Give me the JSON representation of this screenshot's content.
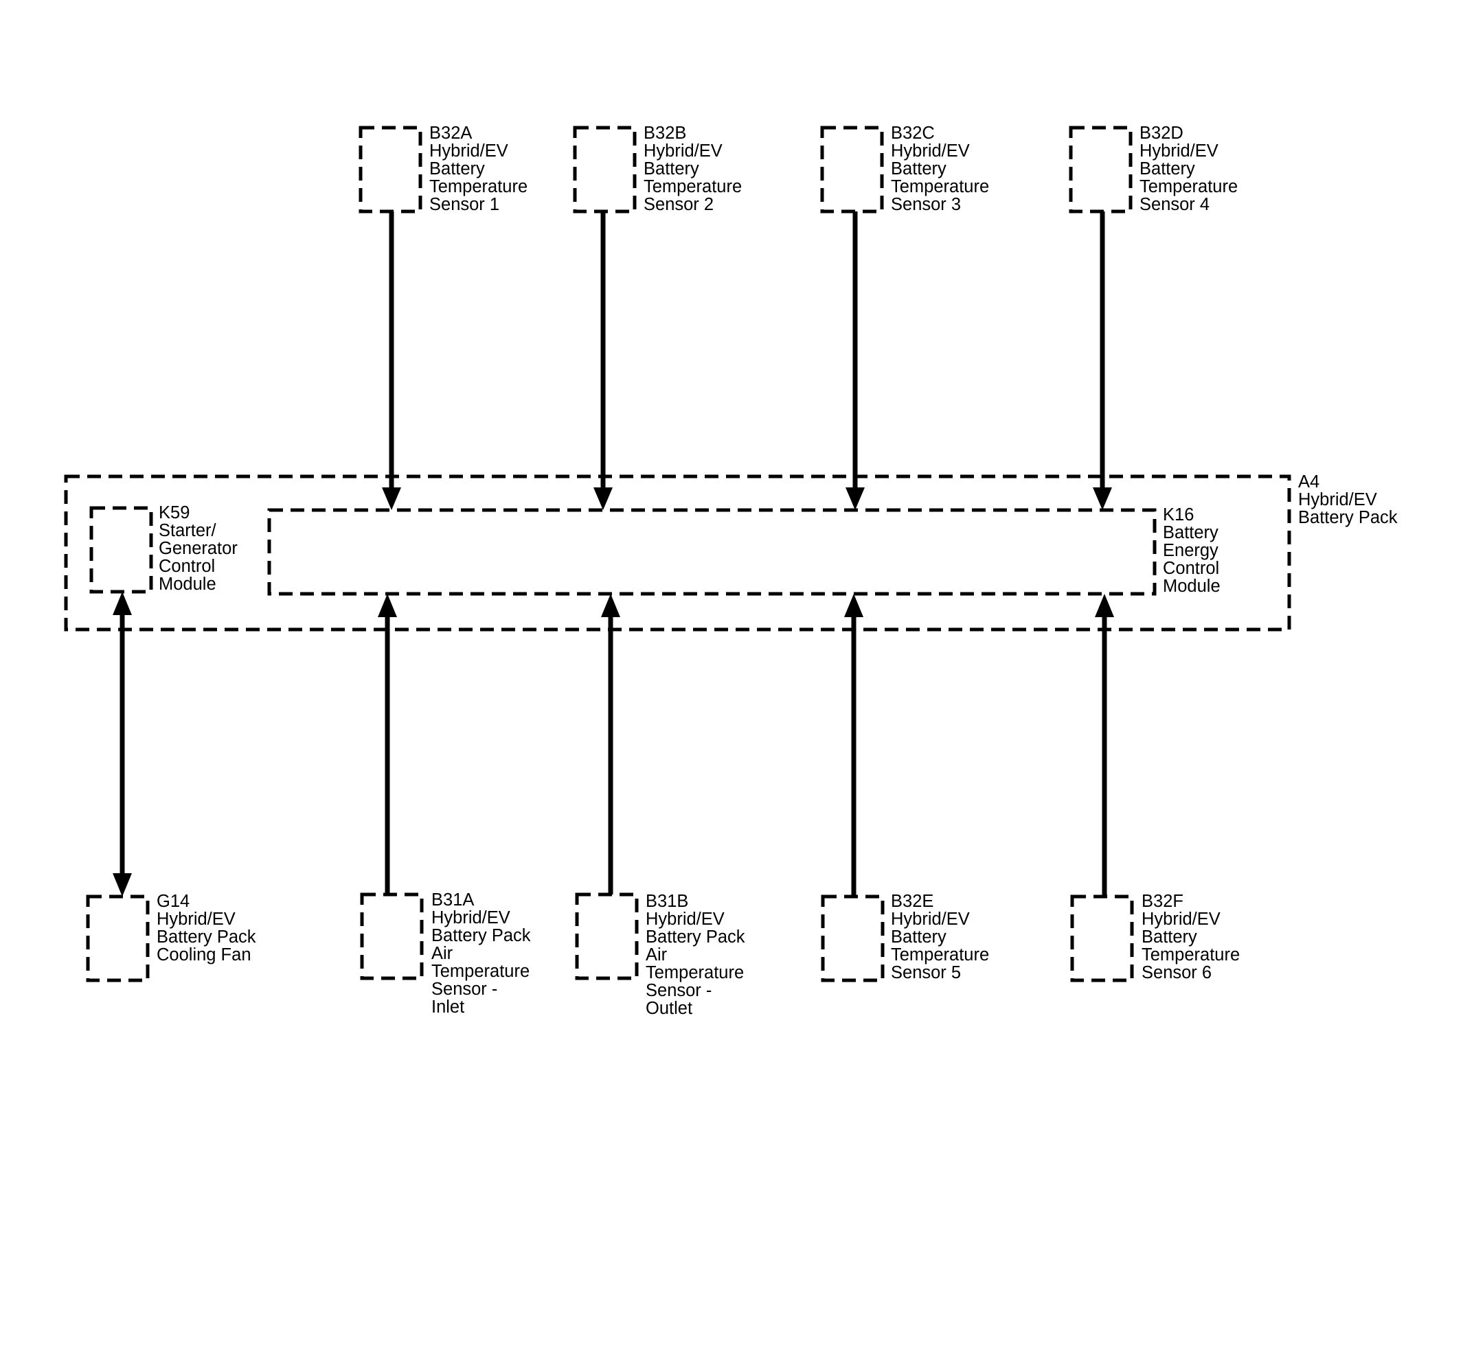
{
  "components": [
    {
      "id": "b32a",
      "lines": [
        "B32A",
        "Hybrid/EV",
        "Battery",
        "Temperature",
        "Sensor 1"
      ]
    },
    {
      "id": "b32b",
      "lines": [
        "B32B",
        "Hybrid/EV",
        "Battery",
        "Temperature",
        "Sensor 2"
      ]
    },
    {
      "id": "b32c",
      "lines": [
        "B32C",
        "Hybrid/EV",
        "Battery",
        "Temperature",
        "Sensor 3"
      ]
    },
    {
      "id": "b32d",
      "lines": [
        "B32D",
        "Hybrid/EV",
        "Battery",
        "Temperature",
        "Sensor 4"
      ]
    },
    {
      "id": "a4",
      "lines": [
        "A4",
        "Hybrid/EV",
        "Battery Pack"
      ]
    },
    {
      "id": "k59",
      "lines": [
        "K59",
        "Starter/",
        "Generator",
        "Control",
        "Module"
      ]
    },
    {
      "id": "k16",
      "lines": [
        "K16",
        "Battery",
        "Energy",
        "Control",
        "Module"
      ]
    },
    {
      "id": "g14",
      "lines": [
        "G14",
        "Hybrid/EV",
        "Battery Pack",
        "Cooling Fan"
      ]
    },
    {
      "id": "b31a",
      "lines": [
        "B31A",
        "Hybrid/EV",
        "Battery Pack",
        "Air",
        "Temperature",
        "Sensor -",
        "Inlet"
      ]
    },
    {
      "id": "b31b",
      "lines": [
        "B31B",
        "Hybrid/EV",
        "Battery Pack",
        "Air",
        "Temperature",
        "Sensor -",
        "Outlet"
      ]
    },
    {
      "id": "b32e",
      "lines": [
        "B32E",
        "Hybrid/EV",
        "Battery",
        "Temperature",
        "Sensor 5"
      ]
    },
    {
      "id": "b32f",
      "lines": [
        "B32F",
        "Hybrid/EV",
        "Battery",
        "Temperature",
        "Sensor 6"
      ]
    }
  ],
  "connections": [
    {
      "from": "b32a",
      "to": "k16",
      "direction": "to-module"
    },
    {
      "from": "b32b",
      "to": "k16",
      "direction": "to-module"
    },
    {
      "from": "b32c",
      "to": "k16",
      "direction": "to-module"
    },
    {
      "from": "b32d",
      "to": "k16",
      "direction": "to-module"
    },
    {
      "from": "g14",
      "to": "k59",
      "direction": "bidirectional"
    },
    {
      "from": "b31a",
      "to": "k16",
      "direction": "to-module"
    },
    {
      "from": "b31b",
      "to": "k16",
      "direction": "to-module"
    },
    {
      "from": "b32e",
      "to": "k16",
      "direction": "to-module"
    },
    {
      "from": "b32f",
      "to": "k16",
      "direction": "to-module"
    }
  ]
}
